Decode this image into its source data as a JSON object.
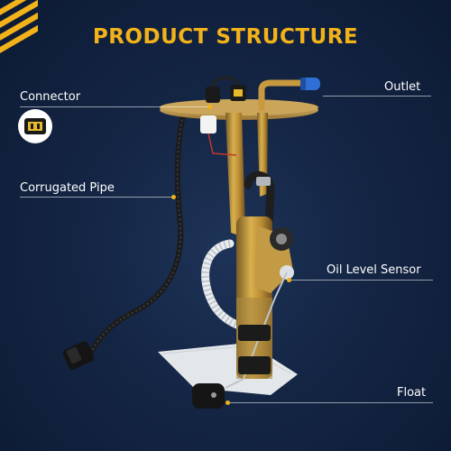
{
  "title": "PRODUCT STRUCTURE",
  "labels": {
    "connector": "Connector",
    "corrugated_pipe": "Corrugated Pipe",
    "outlet": "Outlet",
    "oil_level_sensor": "Oil Level Sensor",
    "float": "Float"
  },
  "icons": {
    "stripe": "hazard-stripe-icon",
    "connector_badge": "connector-plug-icon"
  },
  "colors": {
    "title": "#f2b21a",
    "background": "#142544",
    "label": "#ffffff",
    "accent": "#f2b21a"
  }
}
